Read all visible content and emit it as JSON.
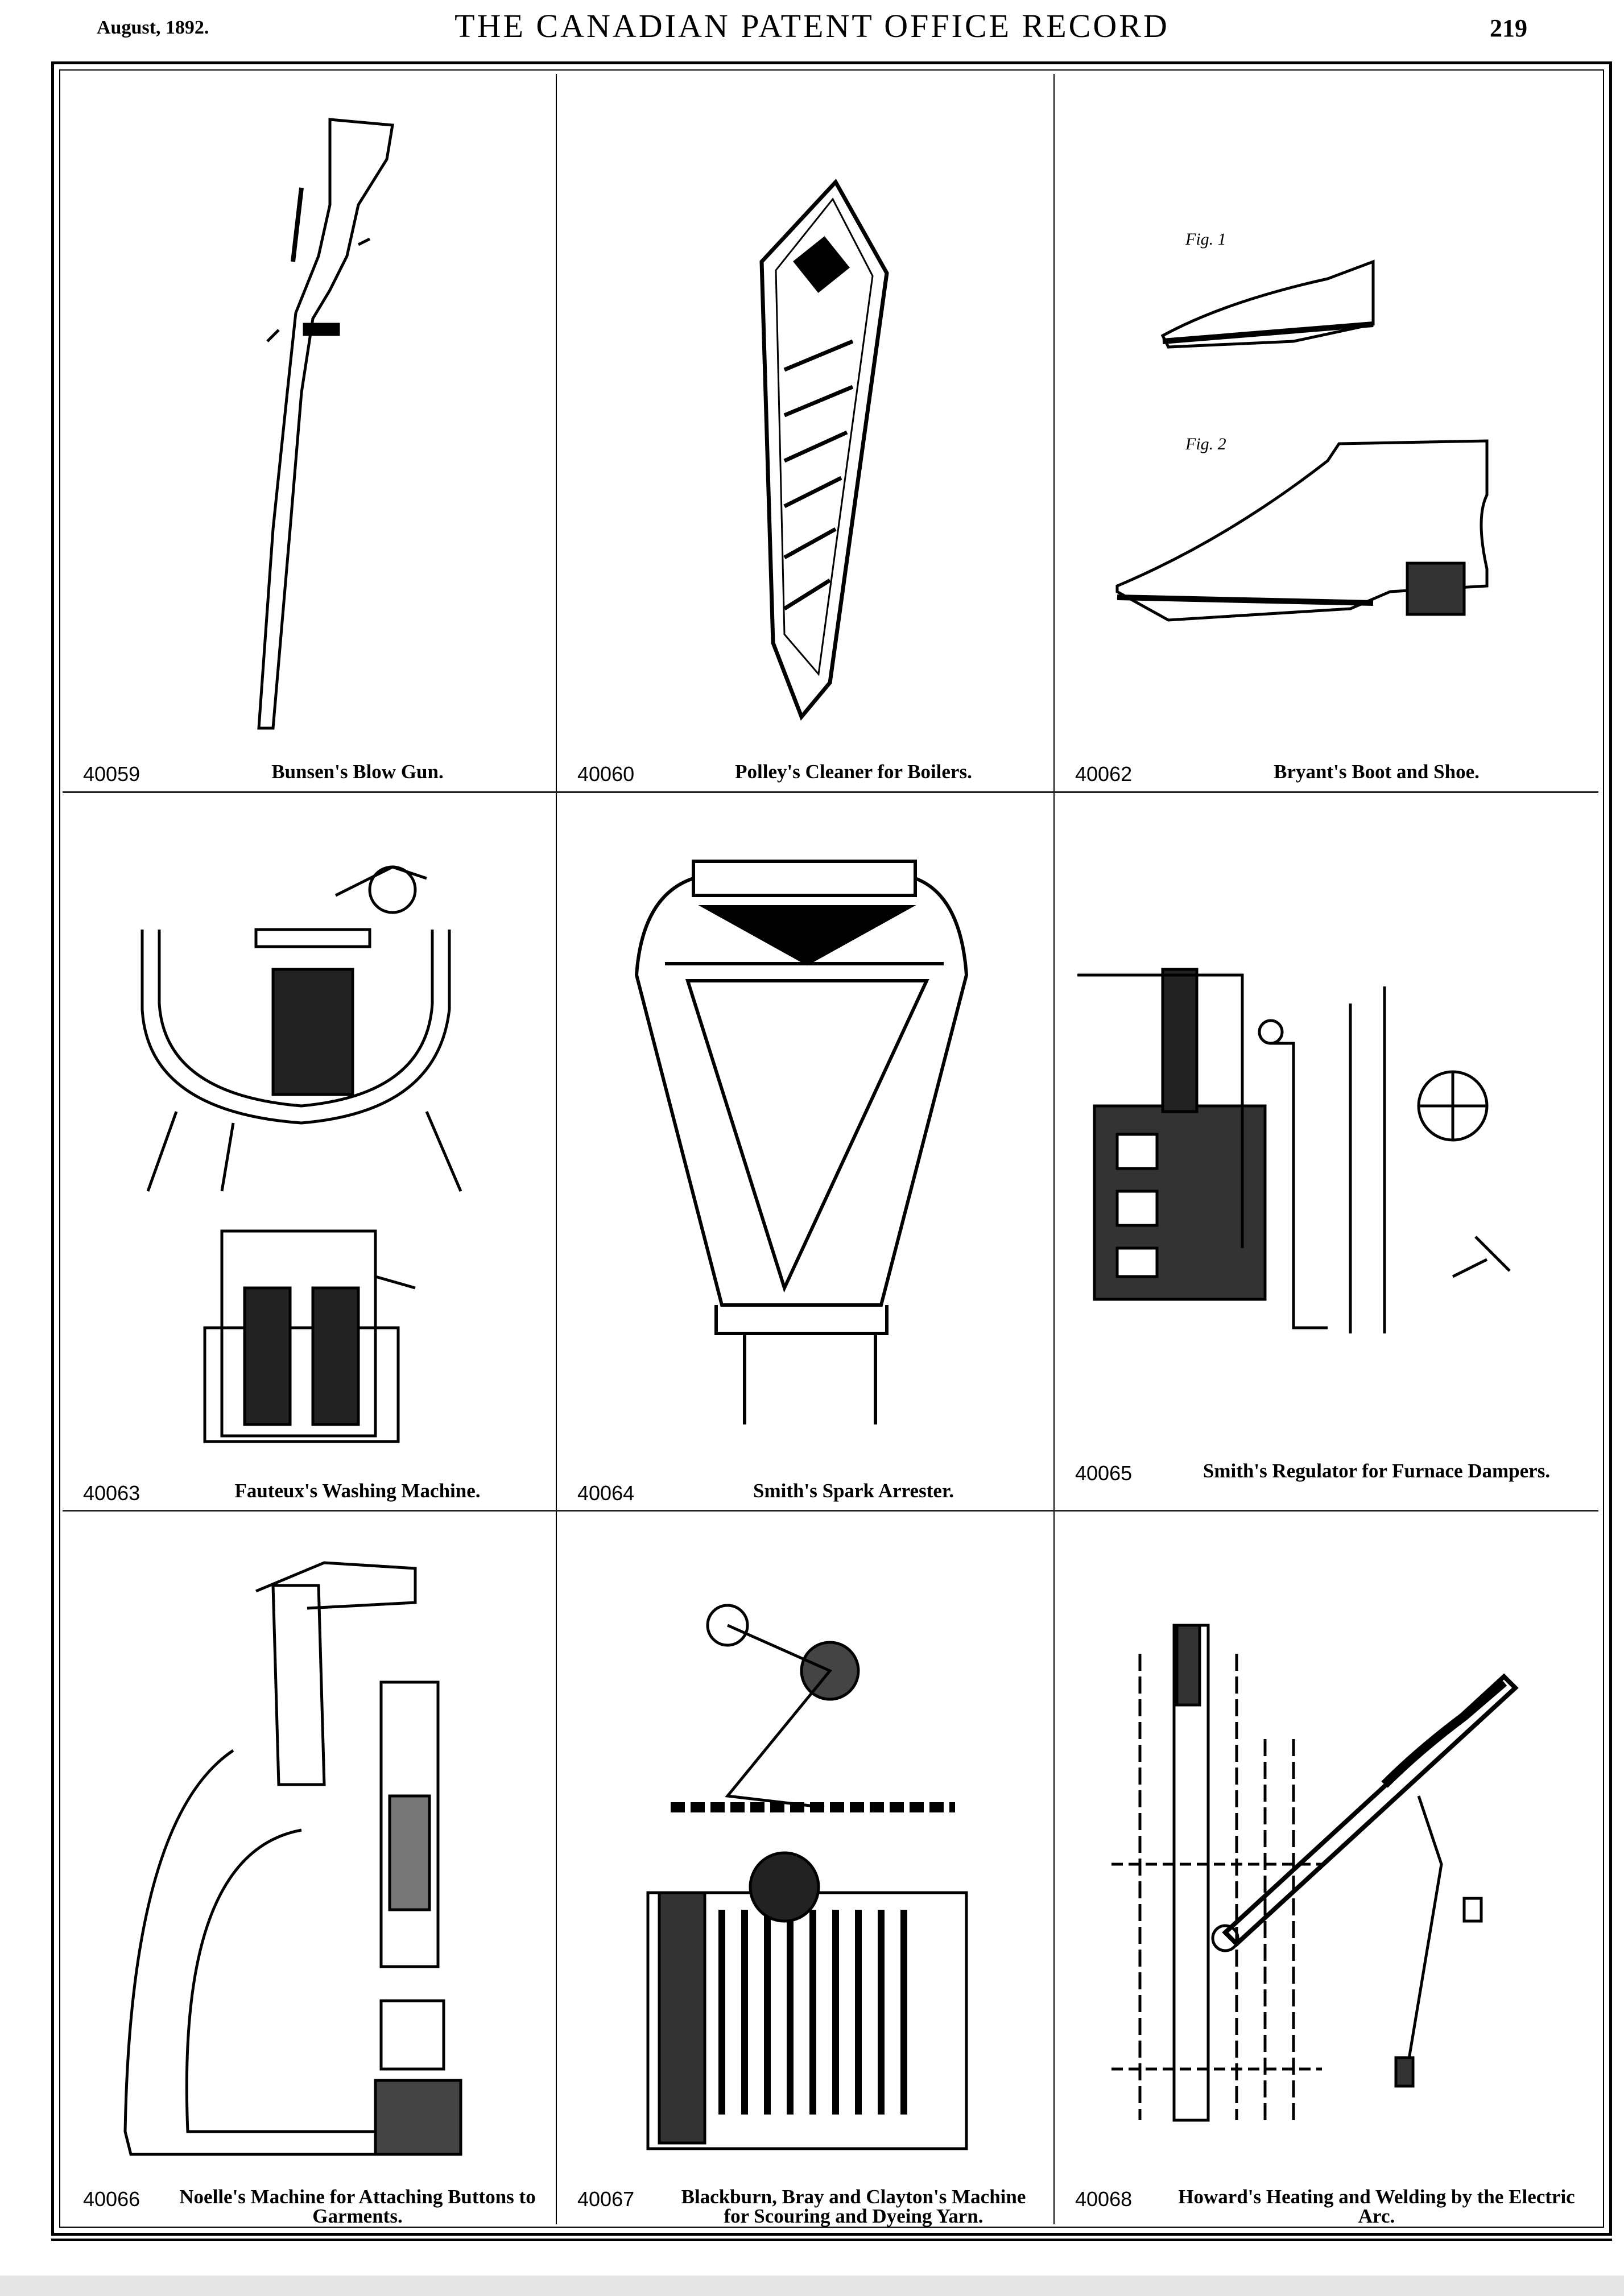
{
  "header": {
    "date": "August, 1892.",
    "title": "THE CANADIAN PATENT OFFICE RECORD",
    "page_number": "219"
  },
  "patents": [
    {
      "number": "40059",
      "title": "Bunsen's Blow Gun."
    },
    {
      "number": "40060",
      "title": "Polley's Cleaner for Boilers."
    },
    {
      "number": "40062",
      "title": "Bryant's Boot and Shoe."
    },
    {
      "number": "40063",
      "title": "Fauteux's Washing Machine."
    },
    {
      "number": "40064",
      "title": "Smith's Spark Arrester."
    },
    {
      "number": "40065",
      "title": "Smith's Regulator for Furnace Dampers."
    },
    {
      "number": "40066",
      "title": "Noelle's Machine for Attaching Buttons to Garments."
    },
    {
      "number": "40067",
      "title": "Blackburn, Bray and Clayton's Machine for Scouring and Dyeing Yarn."
    },
    {
      "number": "40068",
      "title": "Howard's Heating and Welding by the Electric Arc."
    }
  ],
  "figure_labels": {
    "boot_fig1": "Fig. 1",
    "boot_fig2": "Fig. 2"
  }
}
